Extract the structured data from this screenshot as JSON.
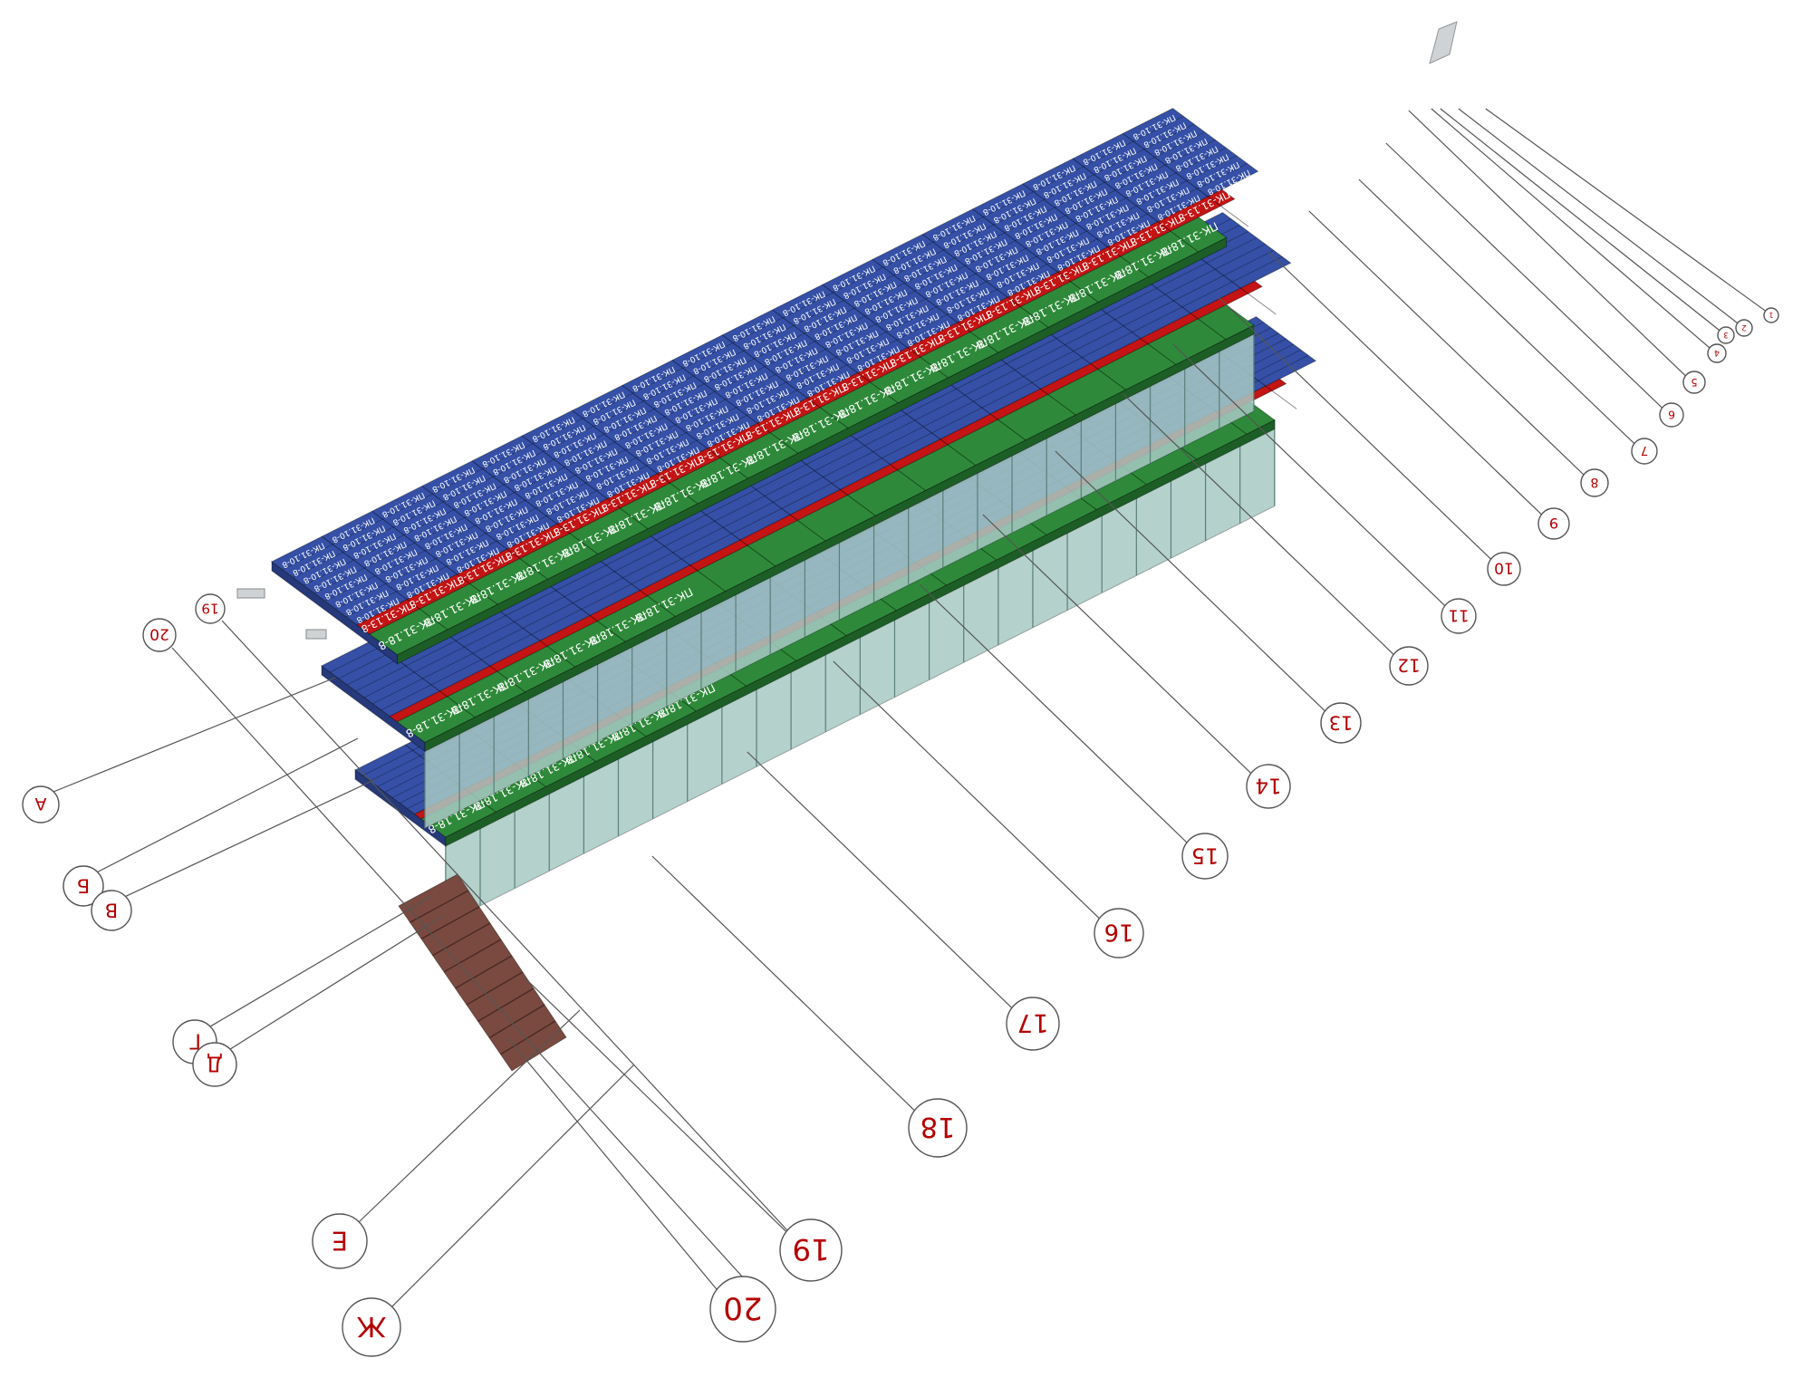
{
  "drawing": {
    "colors": {
      "slab_blue": "#3550a6",
      "slab_blue_dark": "#26397a",
      "slab_red": "#c41414",
      "slab_red_dark": "#8a0c0c",
      "slab_green": "#2e8a3a",
      "slab_green_dark": "#1d5e26",
      "glass": "#a7c9c4",
      "brick": "#7a4a40",
      "label_red": "#b40000",
      "leader": "#555555"
    },
    "panel_marks": {
      "blue": "ПК-31.10-8",
      "red": "ПК-31.13-8",
      "green": "ПК-31.18-8"
    },
    "letter_axes": [
      "А",
      "Б",
      "В",
      "Г",
      "Д",
      "Е",
      "Ж"
    ],
    "number_axes": [
      "1",
      "2",
      "3",
      "4",
      "5",
      "6",
      "7",
      "8",
      "9",
      "10",
      "11",
      "12",
      "13",
      "14",
      "15",
      "16",
      "17",
      "18",
      "19",
      "20"
    ],
    "top_axes": [
      "20",
      "19"
    ]
  }
}
